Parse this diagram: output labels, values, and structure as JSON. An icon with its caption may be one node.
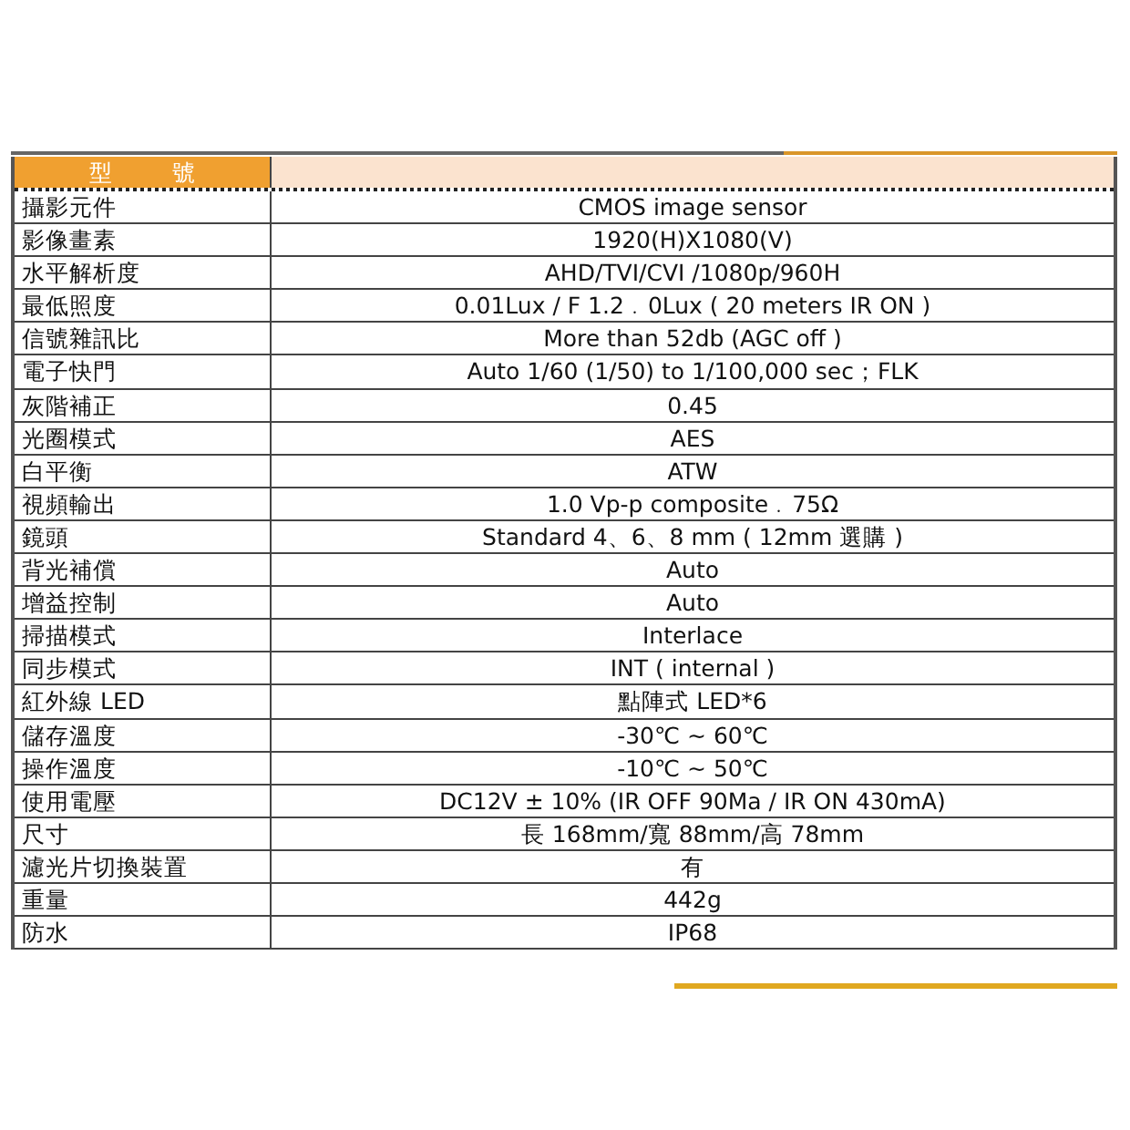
{
  "diagram": {
    "labels": [
      "型號",
      "攝影元件",
      "CMOS image sensor",
      "影像畫素",
      "1920(H)X1080(V)",
      "水平解析度",
      "AHD/TVI/CVI /1080p/960H",
      "最低照度",
      "0.01Lux / F 1.2﹒0Lux ( 20 meters IR ON )",
      "信號雜訊比",
      "More than 52db (AGC off )",
      "電子快門",
      "Auto 1/60 (1/50) to 1/100,000 sec；FLK",
      "灰階補正",
      "0.45",
      "光圈模式",
      "AES",
      "白平衡",
      "ATW",
      "視頻輸出",
      "1.0 Vp-p composite﹒75Ω",
      "鏡頭",
      "Standard 4、6、8 mm ( 12mm 選購 )",
      "背光補償",
      "Auto",
      "增益控制",
      "Auto",
      "掃描模式",
      "Interlace",
      "同步模式",
      "INT ( internal )",
      "紅外線 LED",
      "點陣式 LED*6",
      "儲存溫度",
      "-30℃ ~ 60℃",
      "操作溫度",
      "-10℃ ~ 50℃",
      "使用電壓",
      "DC12V ± 10% (IR OFF 90Ma / IR ON 430mA)",
      "尺寸",
      "長 168mm/寬 88mm/高 78mm",
      "濾光片切換裝置",
      "有",
      "重量",
      "442g",
      "防水",
      "IP68"
    ]
  }
}
